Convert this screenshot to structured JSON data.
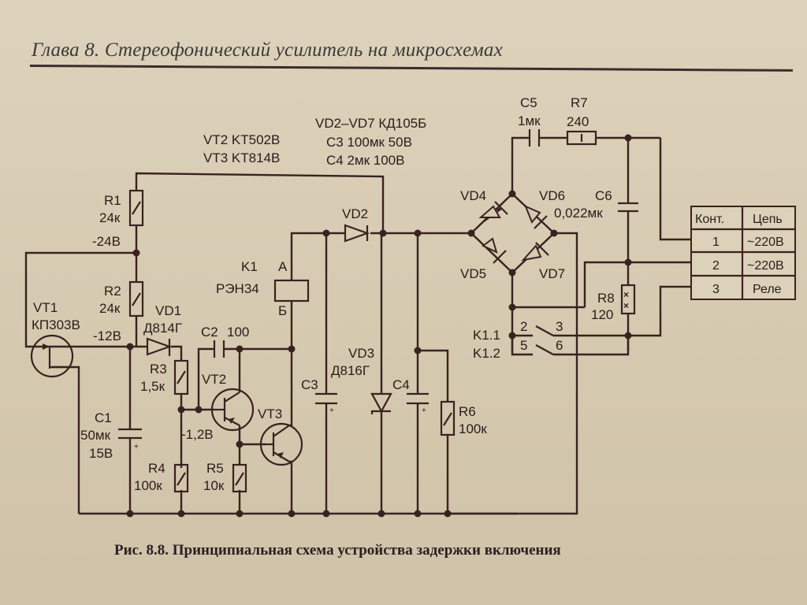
{
  "header": {
    "chapter": "Глава 8. Стереофонический усилитель на микросхемах"
  },
  "caption": "Рис. 8.8. Принципиальная схема устройства задержки включения",
  "notes": {
    "vt2": "VT2 KT502B",
    "vt3": "VT3 KT814B",
    "vd": "VD2–VD7 КД105Б",
    "c3": "C3 100мк 50В",
    "c4": "C4 2мк 100В"
  },
  "components": {
    "R1": {
      "ref": "R1",
      "value": "24к"
    },
    "R2": {
      "ref": "R2",
      "value": "24к"
    },
    "R3": {
      "ref": "R3",
      "value": "1,5к"
    },
    "R4": {
      "ref": "R4",
      "value": "100к"
    },
    "R5": {
      "ref": "R5",
      "value": "10к"
    },
    "R6": {
      "ref": "R6",
      "value": "100к"
    },
    "R7": {
      "ref": "R7",
      "value": "240"
    },
    "R8": {
      "ref": "R8",
      "value": "120"
    },
    "C1": {
      "ref": "C1",
      "value": "50мк",
      "voltage": "15В"
    },
    "C2": {
      "ref": "C2",
      "value": "100"
    },
    "C3": {
      "ref": "C3"
    },
    "C4": {
      "ref": "C4"
    },
    "C5": {
      "ref": "C5",
      "value": "1мк"
    },
    "C6": {
      "ref": "C6",
      "value": "0,022мк"
    },
    "VT1": {
      "ref": "VT1",
      "type": "КП303В"
    },
    "VT2": {
      "ref": "VT2"
    },
    "VT3": {
      "ref": "VT3"
    },
    "VD1": {
      "ref": "VD1",
      "type": "Д814Г"
    },
    "VD2": {
      "ref": "VD2"
    },
    "VD3": {
      "ref": "VD3",
      "type": "Д816Г"
    },
    "VD4": {
      "ref": "VD4"
    },
    "VD5": {
      "ref": "VD5"
    },
    "VD6": {
      "ref": "VD6"
    },
    "VD7": {
      "ref": "VD7"
    },
    "K1": {
      "ref": "K1",
      "type": "РЭН34",
      "pin_a": "А",
      "pin_b": "Б"
    },
    "K11": {
      "ref": "K1.1",
      "pin1": "2",
      "pin2": "3"
    },
    "K12": {
      "ref": "K1.2",
      "pin1": "5",
      "pin2": "6"
    }
  },
  "voltages": {
    "v24": "-24В",
    "v12": "-12В",
    "v12b": "-1,2В"
  },
  "connector_table": {
    "headers": [
      "Конт.",
      "Цепь"
    ],
    "rows": [
      [
        "1",
        "~220В"
      ],
      [
        "2",
        "~220В"
      ],
      [
        "3",
        "Реле"
      ]
    ]
  }
}
